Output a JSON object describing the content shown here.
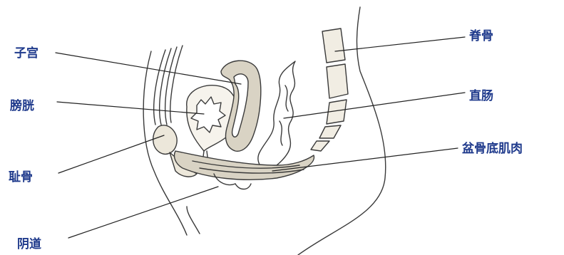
{
  "labels": {
    "uterus": "子宫",
    "bladder": "膀胱",
    "pubic_bone": "耻骨",
    "vagina": "阴道",
    "spine": "脊骨",
    "rectum": "直肠",
    "pelvic_floor": "盆骨底肌肉"
  },
  "colors": {
    "label_text": "#1f3a8c",
    "outline": "#3a3a3a",
    "tissue": "#d9d3c4",
    "background": "#ffffff"
  }
}
